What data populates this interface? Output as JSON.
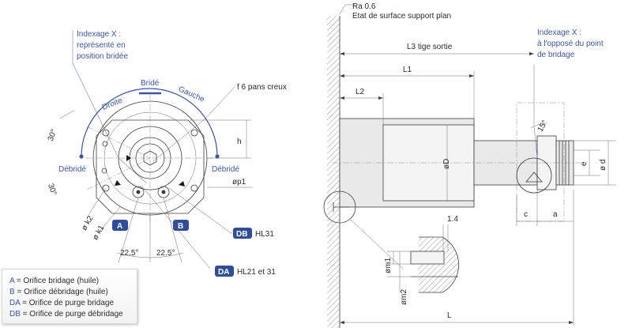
{
  "left_view": {
    "indexage_note": [
      "Indexage X :",
      "représenté en",
      "position bridée"
    ],
    "arc_labels": {
      "bride": "Bridé",
      "droite": "Droite",
      "gauche": "Gauche",
      "debride_left": "Débridé",
      "debride_right": "Débridé"
    },
    "dims": {
      "hex": "f  6 pans creux",
      "h": "h",
      "op1": "øp1",
      "k2": "ø k2",
      "k1": "ø k1",
      "angle_top": "30°",
      "angle_bottom": "30°",
      "angle_a": "22.5°",
      "angle_b": "22.5°"
    },
    "badges": {
      "a": "A",
      "b": "B",
      "db": "DB",
      "da": "DA"
    },
    "callouts": {
      "db": "HL31",
      "da": "HL21 et 31"
    }
  },
  "legend": [
    {
      "key": "A",
      "text": " = Orifice bridage (huile)"
    },
    {
      "key": "B",
      "text": " = Orifice débridage (huile)"
    },
    {
      "key": "DA",
      "text": " = Orifice de purge bridage"
    },
    {
      "key": "DB",
      "text": " = Orifice de purge débridage"
    }
  ],
  "right_view": {
    "surface": [
      "Ra 0.6",
      "Etat de surface support plan"
    ],
    "indexage_note": [
      "Indexage X :",
      "à l'opposé du point",
      "de bridage"
    ],
    "dims": {
      "l3": "L3 tige sortie",
      "l1": "L1",
      "l2": "L2",
      "od": "øD",
      "angle": "15°",
      "e": "e",
      "od_small": "ø d",
      "c": "c",
      "a": "a",
      "l": "L",
      "v14": "1.4",
      "om1": "øm1",
      "om2": "øm2"
    }
  }
}
